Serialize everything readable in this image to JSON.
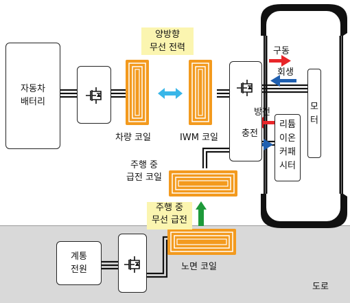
{
  "labels": {
    "battery_line1": "자동차",
    "battery_line2": "배터리",
    "wireless_bidir_line1": "양방향",
    "wireless_bidir_line2": "무선 전력",
    "vehicle_coil": "차량 코일",
    "iwm_coil": "IWM 코일",
    "drive": "구동",
    "regen": "회생",
    "discharge": "방전",
    "charge": "충전",
    "motor": "모터",
    "li_ion_cap": "리튬이온커패시터",
    "pickup_coil_line1": "주행 중",
    "pickup_coil_line2": "급전 코일",
    "dynamic_wireless_line1": "주행 중",
    "dynamic_wireless_line2": "무선 급전",
    "road_coil": "노면 코일",
    "grid_line1": "계통",
    "grid_line2": "전원",
    "road": "도로"
  },
  "colors": {
    "coil_orange": "#f39a1e",
    "road_gray": "#d9d9d9",
    "arrow_red": "#e8262a",
    "arrow_blue": "#1f5fb0",
    "arrow_green": "#1e9a3a",
    "arrow_cyan": "#39b6e8",
    "highlight_yellow": "#fbf5b0"
  },
  "icons": [
    "mosfet-switch-icon",
    "coil-icon",
    "tire-icon"
  ]
}
